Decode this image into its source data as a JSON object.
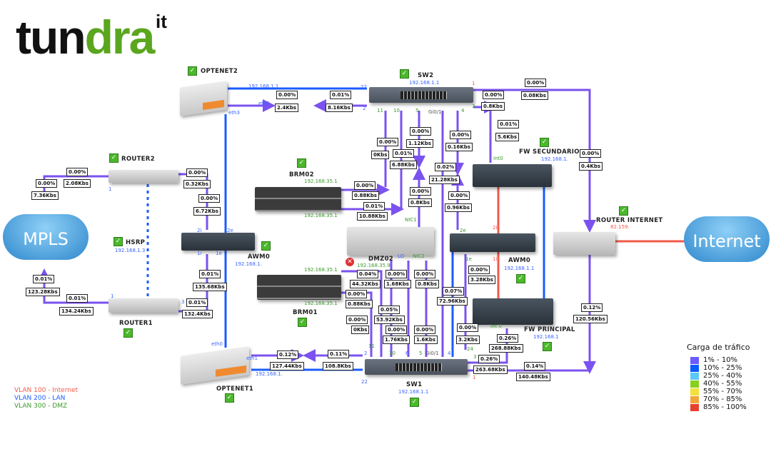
{
  "logo": {
    "main_a": "tun",
    "main_b": "dra",
    "suffix": "it"
  },
  "colors": {
    "link_traffic": "#7b52f0",
    "link_lan": "#1a5cff",
    "link_internet": "#f05a4a",
    "status_ok": "#4cb82c",
    "status_error": "#e03030"
  },
  "clouds": {
    "mpls": "MPLS",
    "internet": "Internet"
  },
  "nodes": {
    "optenet2": {
      "name": "OPTENET2",
      "status": "ok"
    },
    "sw2": {
      "name": "SW2",
      "ip": "192.168.1.1",
      "status": "ok"
    },
    "router2": {
      "name": "ROUTER2",
      "status": "ok"
    },
    "brm02": {
      "name": "BRM02",
      "status": "ok"
    },
    "hsrp": {
      "name": "HSRP",
      "ip": "192.168.1.3",
      "status": "ok"
    },
    "awm0_left": {
      "name": "AWM0",
      "ip": "192.168.1.",
      "status": "ok"
    },
    "dmz02": {
      "name": "DMZ02",
      "ip": "192.168.35.9",
      "status": "error"
    },
    "brm01": {
      "name": "BRM01",
      "status": "ok"
    },
    "router1": {
      "name": "ROUTER1",
      "status": "ok"
    },
    "fw_secundario": {
      "name": "FW SECUNDARIO",
      "ip": "192.168.1.",
      "status": "ok"
    },
    "awm0_right": {
      "name": "AWM0",
      "ip": "192.168.1.1",
      "status": "ok"
    },
    "fw_principal": {
      "name": "FW PRINCIPAL",
      "ip": "192.168.1",
      "status": "ok"
    },
    "router_internet": {
      "name": "ROUTER INTERNET",
      "ip": "82.159.",
      "status": "ok"
    },
    "optenet1": {
      "name": "OPTENET1",
      "status": "ok"
    },
    "sw1": {
      "name": "SW1",
      "ip": "192.168.1.1",
      "status": "ok"
    }
  },
  "traffic_labels": [
    "0.00%",
    "2.4Kbs",
    "0.01%",
    "8.16Kbs",
    "0.00%",
    "0.08Kbs",
    "0.00%",
    "0.8Kbs",
    "0.01%",
    "5.6Kbs",
    "0.00%",
    "0.4Kbs",
    "0.00%",
    "0Kbs",
    "0.01%",
    "6.88Kbs",
    "0.00%",
    "1.12Kbs",
    "0.00%",
    "0.8Kbs",
    "0.02%",
    "21.28Kbs",
    "0.00%",
    "0.16Kbs",
    "0.00%",
    "0.96Kbs",
    "0.00%",
    "0.88Kbs",
    "0.01%",
    "10.88Kbs",
    "0.00%",
    "2.08Kbs",
    "0.00%",
    "7.36Kbs",
    "0.00%",
    "0.32Kbs",
    "0.00%",
    "6.72Kbs",
    "0.01%",
    "123.28Kbs",
    "0.01%",
    "134.24Kbs",
    "0.01%",
    "135.68Kbs",
    "0.01%",
    "132.4Kbs",
    "0.04%",
    "44.32Kbs",
    "0.00%",
    "0.88Kbs",
    "0.00%",
    "0Kbs",
    "0.05%",
    "53.92Kbs",
    "0.00%",
    "1.68Kbs",
    "0.00%",
    "0.8Kbs",
    "0.00%",
    "1.76Kbs",
    "0.00%",
    "1.6Kbs",
    "0.07%",
    "72.96Kbs",
    "0.00%",
    "3.28Kbs",
    "0.00%",
    "3.2Kbs",
    "0.26%",
    "268.88Kbs",
    "0.26%",
    "263.68Kbs",
    "0.14%",
    "140.48Kbs",
    "0.12%",
    "120.56Kbs",
    "0.12%",
    "127.44Kbs",
    "0.11%",
    "108.8Kbs"
  ],
  "port_labels": [
    "192.168.1.1",
    "eth1",
    "eth3",
    "22",
    "2",
    "11",
    "10",
    "5",
    "Gi0/1",
    "4",
    "1",
    "3",
    "Int0",
    "1",
    "2i",
    "2e",
    "1i",
    "1e",
    "1",
    "3",
    "192.168.35.1",
    "192.168.35.1",
    "NIC1",
    "LO",
    "NIC2",
    "2e",
    "2i",
    "1i",
    "1e",
    "192.168.35.1",
    "192.168.35.1",
    "Int 0",
    "11",
    "10",
    "6",
    "5",
    "Gi0/1",
    "4",
    "24",
    "3",
    "1",
    "2",
    "22",
    "eth0",
    "eth1",
    "192.168.1."
  ],
  "legend": {
    "title": "Carga de tráfico",
    "items": [
      {
        "label": "1% - 10%",
        "color": "#6a5cff"
      },
      {
        "label": "10% - 25%",
        "color": "#0a5cff"
      },
      {
        "label": "25% - 40%",
        "color": "#5cc8f5"
      },
      {
        "label": "40% - 55%",
        "color": "#86d11e"
      },
      {
        "label": "55% - 70%",
        "color": "#f2e23a"
      },
      {
        "label": "70% - 85%",
        "color": "#f2a63a"
      },
      {
        "label": "85% - 100%",
        "color": "#e8402e"
      }
    ]
  },
  "vlans": [
    {
      "label": "VLAN 100 - Internet",
      "color": "#f05a4a"
    },
    {
      "label": "VLAN 200 - LAN",
      "color": "#1a5cff"
    },
    {
      "label": "VLAN 300 - DMZ",
      "color": "#3a9a2a"
    }
  ]
}
